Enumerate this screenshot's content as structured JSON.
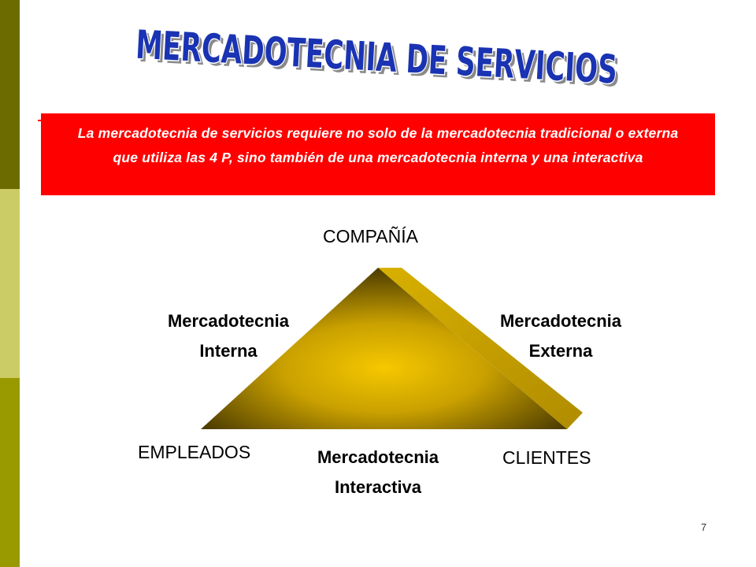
{
  "slide": {
    "title": "MERCADOTECNIA  DE SERVICIOS",
    "intro_text": "La mercadotecnia de servicios requiere no solo de la mercadotecnia tradicional o externa que utiliza las 4 P, sino también de una mercadotecnia interna y una interactiva",
    "page_number": "7"
  },
  "diagram": {
    "vertices": {
      "top": "COMPAÑÍA",
      "bottom_left": "EMPLEADOS",
      "bottom_right": "CLIENTES"
    },
    "edges": {
      "left": {
        "line1": "Mercadotecnia",
        "line2": "Interna"
      },
      "right": {
        "line1": "Mercadotecnia",
        "line2": "Externa"
      },
      "bottom": {
        "line1": "Mercadotecnia",
        "line2": "Interactiva"
      }
    }
  },
  "colors": {
    "title_fill": "#1a33b3",
    "intro_box": "#ff0000",
    "triangle_center": "#f5c800",
    "triangle_edge": "#4a3a00",
    "triangle_bevel": "#c8a000",
    "side_bar_dark": "#6b6b00",
    "side_bar_light": "#cccc66",
    "side_bar_mid": "#999900"
  }
}
